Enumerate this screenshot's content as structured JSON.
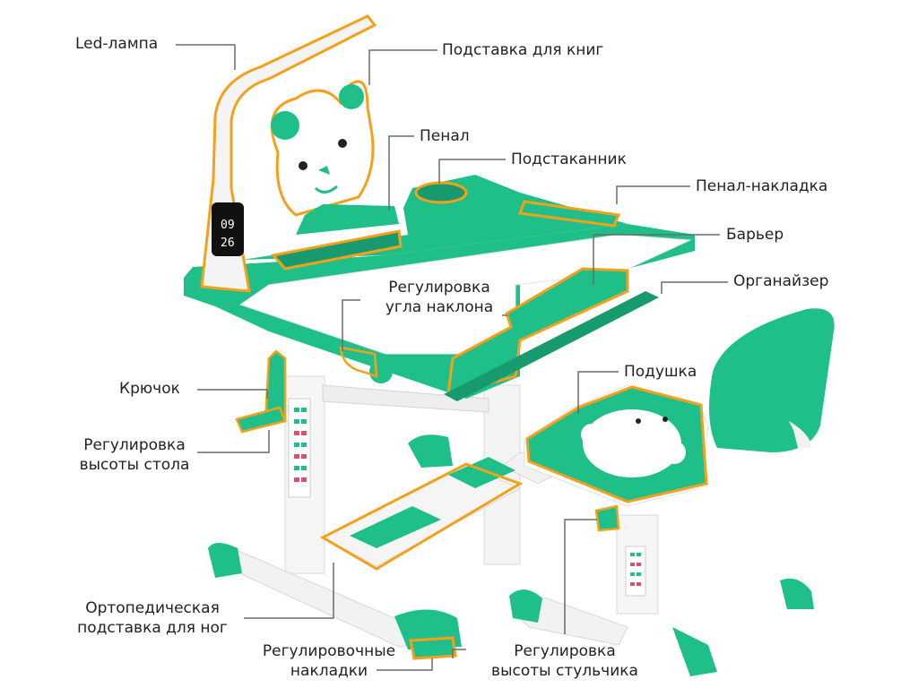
{
  "colors": {
    "accent": "#f5a01a",
    "green": "#1fbf8a",
    "dark_green": "#169a6e",
    "line": "#6b6b6b"
  },
  "labels": {
    "led_lamp": "Led-лампа",
    "book_stand": "Подставка для книг",
    "pencil_case": "Пенал",
    "cup_holder": "Подстаканник",
    "pencil_pad": "Пенал-накладка",
    "barrier": "Барьер",
    "organizer": "Органайзер",
    "tilt_adjust_1": "Регулировка",
    "tilt_adjust_2": "угла наклона",
    "cushion": "Подушка",
    "hook": "Крючок",
    "table_height_1": "Регулировка",
    "table_height_2": "высоты стола",
    "footrest_1": "Ортопедическая",
    "footrest_2": "подставка для ног",
    "adjust_pads_1": "Регулировочные",
    "adjust_pads_2": "накладки",
    "chair_height_1": "Регулировка",
    "chair_height_2": "высоты стульчика"
  },
  "lamp_display": {
    "time": "09",
    "temp": "26"
  }
}
